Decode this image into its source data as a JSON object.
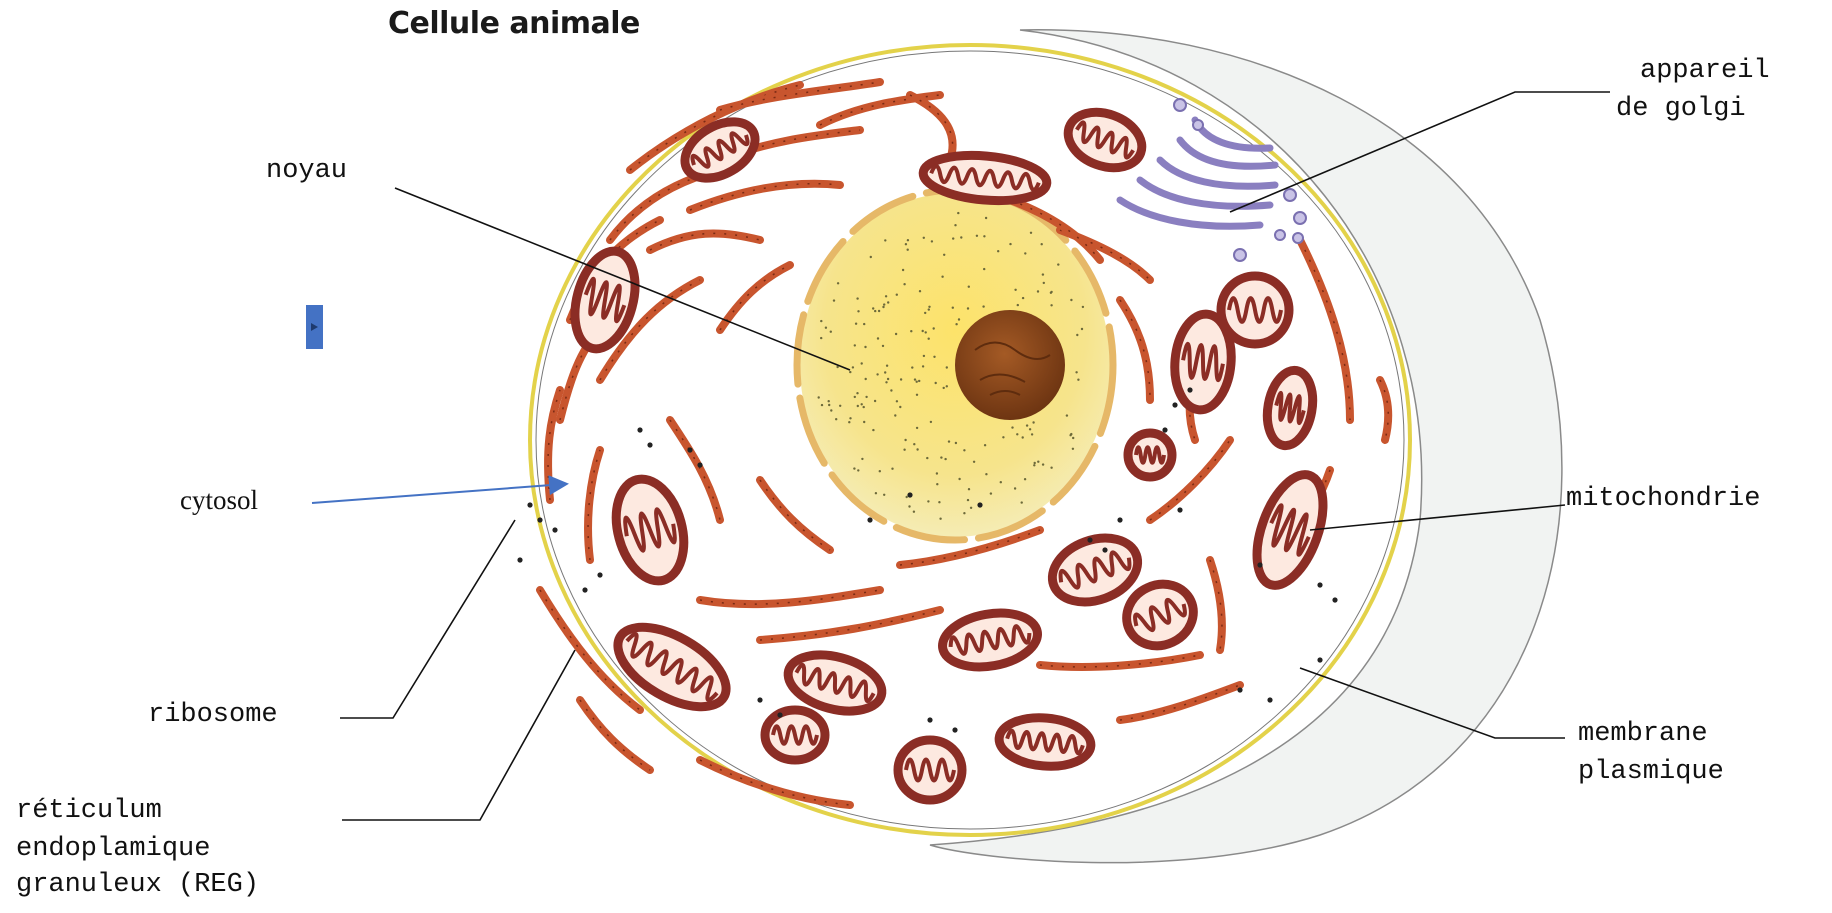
{
  "title": "Cellule animale",
  "labels": {
    "noyau": "noyau",
    "golgi_line1": "appareil",
    "golgi_line2": "de golgi",
    "cytosol": "cytosol",
    "mitochondrie": "mitochondrie",
    "ribosome": "ribosome",
    "membrane_line1": "membrane",
    "membrane_line2": "plasmique",
    "reg_line1": "réticulum",
    "reg_line2": "endoplamique",
    "reg_line3": "granuleux (REG)"
  },
  "colors": {
    "membrane": "#e3d24a",
    "nucleus": "#f7e06a",
    "nucleolus": "#8a4a1c",
    "reticulum": "#c8552e",
    "mitochondria": "#8b2d25",
    "golgi": "#9a90c8",
    "arrow": "#4472c4"
  }
}
